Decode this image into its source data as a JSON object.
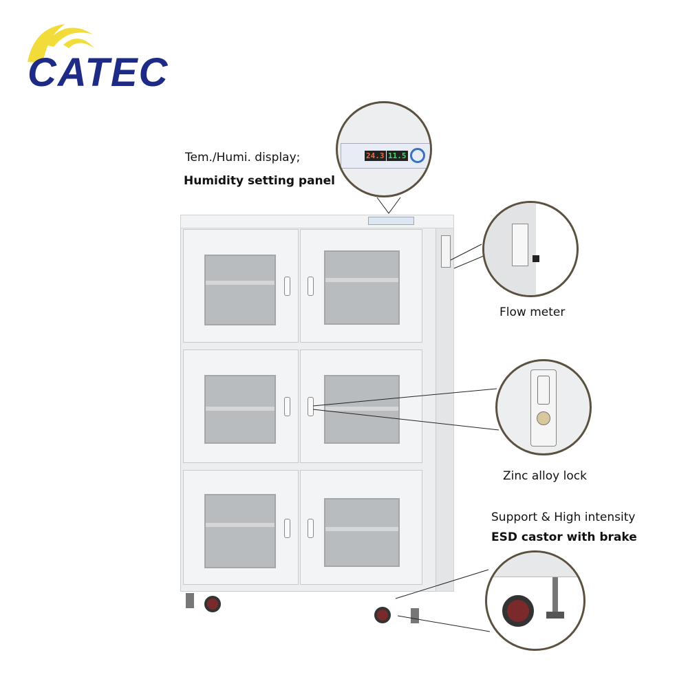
{
  "brand": {
    "logo_text": "CATEC",
    "colors": {
      "primary": "#1e2b86",
      "accent": "#f2dc3a"
    }
  },
  "callouts": {
    "display": {
      "line1": "Tem./Humi. display;",
      "line2": "Humidity setting panel",
      "readings": [
        "24.3",
        "11.5"
      ]
    },
    "flow_meter": {
      "label": "Flow meter"
    },
    "lock": {
      "label": "Zinc alloy lock"
    },
    "castor": {
      "line1": "Support & High intensity",
      "line2": "ESD castor with brake"
    }
  },
  "colors": {
    "callout_border": "#5b5140",
    "cabinet": "#eceeef"
  }
}
